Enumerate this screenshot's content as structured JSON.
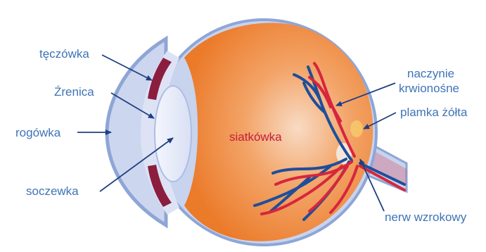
{
  "colors": {
    "label_blue": "#3E74B6",
    "label_red": "#C21D3A",
    "sclera_outer": "#8EA6D6",
    "sclera_inner": "#C8D3EE",
    "cornea_fill": "#CDD6EF",
    "lens_fill": "#E6EBF8",
    "iris_fill": "#8B1E3F",
    "interior_orange": "#EE7E2D",
    "interior_center": "#F7D4B8",
    "vein_blue": "#1F4E9A",
    "artery_red": "#D7263D",
    "arrow_color": "#1E3F80"
  },
  "labels": {
    "teczowka": "tęczówka",
    "zrenica": "Źrenica",
    "rogowka": "rogówka",
    "soczewka": "soczewka",
    "siatkowka": "siatkówka",
    "naczynie_line1": "naczynie",
    "naczynie_line2": "krwionośne",
    "plamka_zolta": "plamka żółta",
    "nerw_wzrokowy": "nerw wzrokowy"
  }
}
